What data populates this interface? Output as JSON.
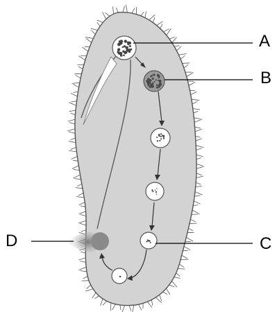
{
  "diagram": {
    "labels": {
      "a": "A",
      "b": "B",
      "c": "C",
      "d": "D"
    },
    "colors": {
      "cell_fill": "#d3d3d3",
      "cilia": "#555555",
      "vacuole_fill": "#ffffff",
      "outline": "#555555",
      "waste": "#8a8a8a",
      "leader_line": "#000000"
    }
  }
}
